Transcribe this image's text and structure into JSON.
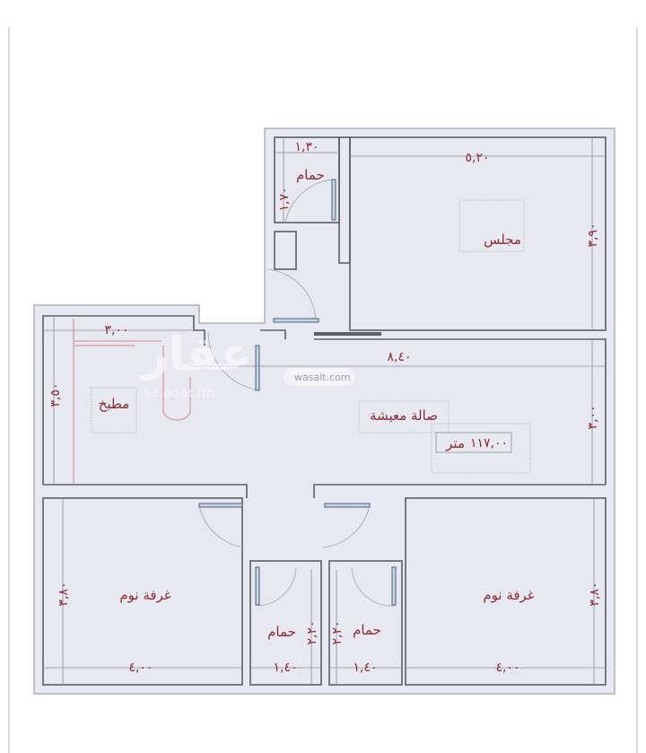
{
  "rooms": {
    "majlis": "مجلس",
    "bath_top": "حمام",
    "kitchen": "مطبخ",
    "living": "صالة معيشة",
    "bedroom_left": "غرفة نوم",
    "bedroom_right": "غرفة نوم",
    "bath_left": "حمام",
    "bath_right": "حمام"
  },
  "dimensions": {
    "majlis_width": "٥,٢٠",
    "majlis_depth": "٣,٩٠",
    "bath_top_width": "١,٣٠",
    "bath_top_depth": "١,٧٠",
    "kitchen_width": "٣,٠٠",
    "kitchen_depth": "٣,٥٠",
    "living_width": "٨,٤٠",
    "living_depth": "٣,٠٠",
    "bedroom_left_width": "٤,٠٠",
    "bedroom_left_depth": "٣,٨٠",
    "bedroom_right_width": "٤,٠٠",
    "bedroom_right_depth": "٣,٨٠",
    "bath_left_width": "١,٤٠",
    "bath_left_depth": "٢,٢٠",
    "bath_right_width": "١,٤٠",
    "bath_right_depth": "٢,٢٠"
  },
  "area": {
    "value": "١١٧,٠٠",
    "unit": "متر"
  },
  "watermarks": {
    "aqar_logo": "عقار",
    "aqar_url": "sa.aqar.fm",
    "wasalt": "wasalt.com"
  },
  "colors": {
    "label": "#8a2a35",
    "wall": "#5a5f6b",
    "floor": "#e8e8f0"
  }
}
